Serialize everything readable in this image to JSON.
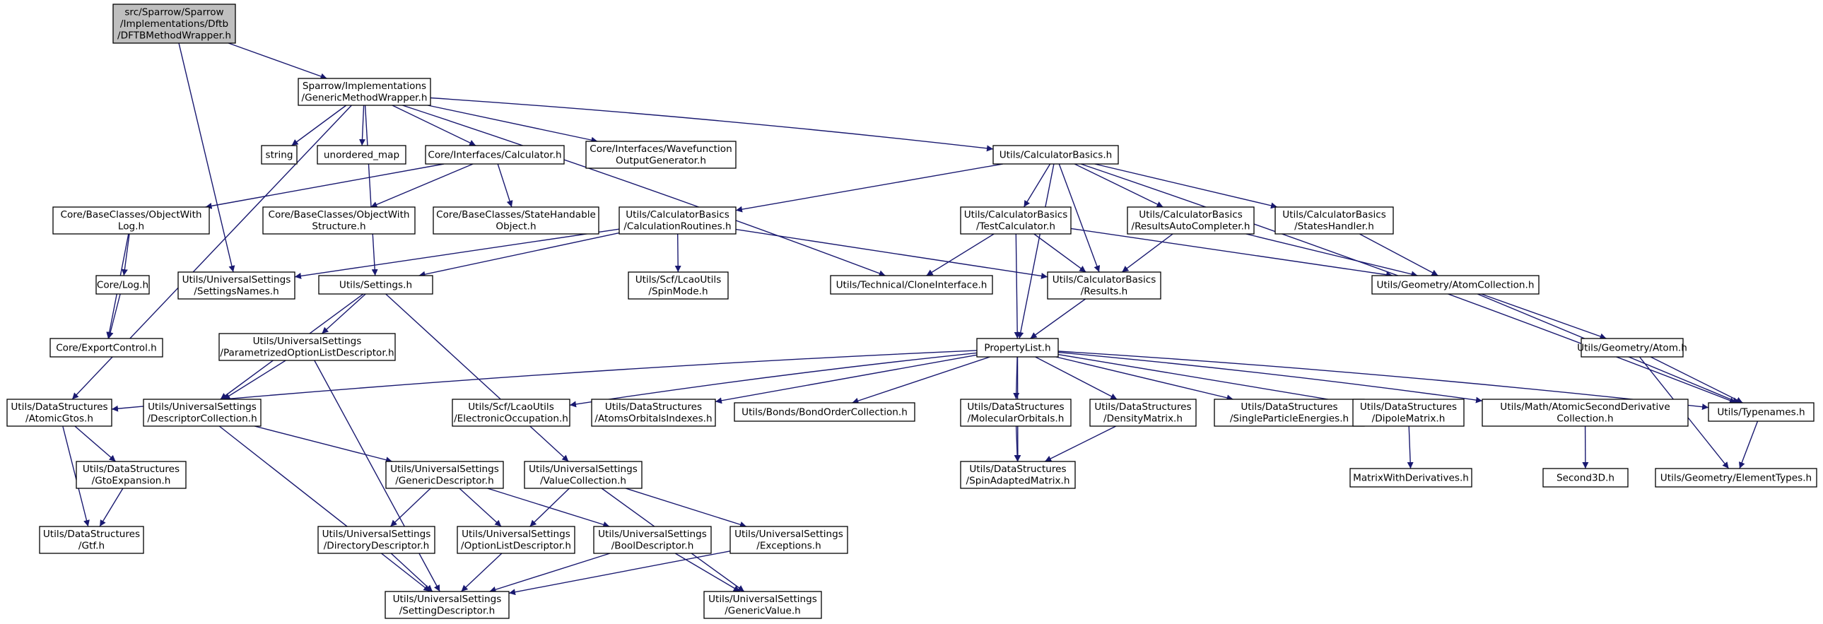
{
  "colors": {
    "edge": "#191970",
    "node_border": "#000000",
    "node_fill": "#ffffff",
    "root_fill": "#bfbfbf",
    "external_border": "#bfbfbf",
    "missing_border": "#ff0000",
    "text": "#000000"
  },
  "nodes": [
    {
      "id": "root",
      "lines": [
        "src/Sparrow/Sparrow",
        "/Implementations/Dftb",
        "/DFTBMethodWrapper.h"
      ],
      "kind": "root"
    },
    {
      "id": "gmw",
      "lines": [
        "Sparrow/Implementations",
        "/GenericMethodWrapper.h"
      ]
    },
    {
      "id": "string",
      "lines": [
        "string"
      ],
      "kind": "external"
    },
    {
      "id": "unordered_map",
      "lines": [
        "unordered_map"
      ],
      "kind": "external"
    },
    {
      "id": "calculator",
      "lines": [
        "Core/Interfaces/Calculator.h"
      ]
    },
    {
      "id": "wavefunction",
      "lines": [
        "Core/Interfaces/Wavefunction",
        "OutputGenerator.h"
      ]
    },
    {
      "id": "calcbasics",
      "lines": [
        "Utils/CalculatorBasics.h"
      ]
    },
    {
      "id": "objwithlog",
      "lines": [
        "Core/BaseClasses/ObjectWith",
        "Log.h"
      ]
    },
    {
      "id": "objwithstruct",
      "lines": [
        "Core/BaseClasses/ObjectWith",
        "Structure.h"
      ]
    },
    {
      "id": "statehandable",
      "lines": [
        "Core/BaseClasses/StateHandable",
        "Object.h"
      ]
    },
    {
      "id": "calcroutines",
      "lines": [
        "Utils/CalculatorBasics",
        "/CalculationRoutines.h"
      ]
    },
    {
      "id": "testcalc",
      "lines": [
        "Utils/CalculatorBasics",
        "/TestCalculator.h"
      ]
    },
    {
      "id": "resautocomp",
      "lines": [
        "Utils/CalculatorBasics",
        "/ResultsAutoCompleter.h"
      ]
    },
    {
      "id": "stateshandler",
      "lines": [
        "Utils/CalculatorBasics",
        "/StatesHandler.h"
      ]
    },
    {
      "id": "corelog",
      "lines": [
        "Core/Log.h"
      ]
    },
    {
      "id": "settingsnames",
      "lines": [
        "Utils/UniversalSettings",
        "/SettingsNames.h"
      ]
    },
    {
      "id": "settings",
      "lines": [
        "Utils/Settings.h"
      ]
    },
    {
      "id": "spinmode",
      "lines": [
        "Utils/Scf/LcaoUtils",
        "/SpinMode.h"
      ]
    },
    {
      "id": "cloneif",
      "lines": [
        "Utils/Technical/CloneInterface.h"
      ]
    },
    {
      "id": "results",
      "lines": [
        "Utils/CalculatorBasics",
        "/Results.h"
      ]
    },
    {
      "id": "atomcoll",
      "lines": [
        "Utils/Geometry/AtomCollection.h"
      ]
    },
    {
      "id": "exportctl",
      "lines": [
        "Core/ExportControl.h"
      ]
    },
    {
      "id": "paramoptdesc",
      "lines": [
        "Utils/UniversalSettings",
        "/ParametrizedOptionListDescriptor.h"
      ]
    },
    {
      "id": "proplist",
      "lines": [
        "PropertyList.h"
      ]
    },
    {
      "id": "atom",
      "lines": [
        "Utils/Geometry/Atom.h"
      ]
    },
    {
      "id": "atomicgtos",
      "lines": [
        "Utils/DataStructures",
        "/AtomicGtos.h"
      ]
    },
    {
      "id": "desccoll",
      "lines": [
        "Utils/UniversalSettings",
        "/DescriptorCollection.h"
      ]
    },
    {
      "id": "elecocc",
      "lines": [
        "Utils/Scf/LcaoUtils",
        "/ElectronicOccupation.h"
      ]
    },
    {
      "id": "atomorbidx",
      "lines": [
        "Utils/DataStructures",
        "/AtomsOrbitalsIndexes.h"
      ]
    },
    {
      "id": "bondorder",
      "lines": [
        "Utils/Bonds/BondOrderCollection.h"
      ]
    },
    {
      "id": "molorb",
      "lines": [
        "Utils/DataStructures",
        "/MolecularOrbitals.h"
      ]
    },
    {
      "id": "densmat",
      "lines": [
        "Utils/DataStructures",
        "/DensityMatrix.h"
      ]
    },
    {
      "id": "singlepart",
      "lines": [
        "Utils/DataStructures",
        "/SingleParticleEnergies.h"
      ]
    },
    {
      "id": "dipole",
      "lines": [
        "Utils/DataStructures",
        "/DipoleMatrix.h"
      ]
    },
    {
      "id": "atomicsecond",
      "lines": [
        "Utils/Math/AtomicSecondDerivative",
        "Collection.h"
      ]
    },
    {
      "id": "typenames",
      "lines": [
        "Utils/Typenames.h"
      ]
    },
    {
      "id": "gtoexp",
      "lines": [
        "Utils/DataStructures",
        "/GtoExpansion.h"
      ]
    },
    {
      "id": "gendesc",
      "lines": [
        "Utils/UniversalSettings",
        "/GenericDescriptor.h"
      ],
      "kind": "missing"
    },
    {
      "id": "valuecoll",
      "lines": [
        "Utils/UniversalSettings",
        "/ValueCollection.h"
      ]
    },
    {
      "id": "spinadapted",
      "lines": [
        "Utils/DataStructures",
        "/SpinAdaptedMatrix.h"
      ]
    },
    {
      "id": "matrixwithderiv",
      "lines": [
        "MatrixWithDerivatives.h"
      ],
      "kind": "missing"
    },
    {
      "id": "second3d",
      "lines": [
        "Second3D.h"
      ]
    },
    {
      "id": "elementtypes",
      "lines": [
        "Utils/Geometry/ElementTypes.h"
      ]
    },
    {
      "id": "gtf",
      "lines": [
        "Utils/DataStructures",
        "/Gtf.h"
      ]
    },
    {
      "id": "dirdesc",
      "lines": [
        "Utils/UniversalSettings",
        "/DirectoryDescriptor.h"
      ]
    },
    {
      "id": "optlistdesc",
      "lines": [
        "Utils/UniversalSettings",
        "/OptionListDescriptor.h"
      ]
    },
    {
      "id": "booldesc",
      "lines": [
        "Utils/UniversalSettings",
        "/BoolDescriptor.h"
      ]
    },
    {
      "id": "exceptions",
      "lines": [
        "Utils/UniversalSettings",
        "/Exceptions.h"
      ]
    },
    {
      "id": "settingdesc",
      "lines": [
        "Utils/UniversalSettings",
        "/SettingDescriptor.h"
      ]
    },
    {
      "id": "genericvalue",
      "lines": [
        "Utils/UniversalSettings",
        "/GenericValue.h"
      ]
    }
  ],
  "edges": [
    [
      "root",
      "gmw"
    ],
    [
      "root",
      "settingsnames"
    ],
    [
      "gmw",
      "string"
    ],
    [
      "gmw",
      "unordered_map"
    ],
    [
      "gmw",
      "calculator"
    ],
    [
      "gmw",
      "wavefunction"
    ],
    [
      "gmw",
      "calcbasics"
    ],
    [
      "gmw",
      "settings"
    ],
    [
      "gmw",
      "atomicgtos"
    ],
    [
      "gmw",
      "cloneif"
    ],
    [
      "calculator",
      "objwithlog"
    ],
    [
      "calculator",
      "objwithstruct"
    ],
    [
      "calculator",
      "statehandable"
    ],
    [
      "objwithlog",
      "corelog"
    ],
    [
      "objwithlog",
      "exportctl"
    ],
    [
      "corelog",
      "exportctl"
    ],
    [
      "calcbasics",
      "calcroutines"
    ],
    [
      "calcbasics",
      "testcalc"
    ],
    [
      "calcbasics",
      "resautocomp"
    ],
    [
      "calcbasics",
      "stateshandler"
    ],
    [
      "calcbasics",
      "results"
    ],
    [
      "calcbasics",
      "proplist"
    ],
    [
      "calcbasics",
      "typenames"
    ],
    [
      "calcroutines",
      "settingsnames"
    ],
    [
      "calcroutines",
      "settings"
    ],
    [
      "calcroutines",
      "spinmode"
    ],
    [
      "calcroutines",
      "results"
    ],
    [
      "testcalc",
      "cloneif"
    ],
    [
      "testcalc",
      "results"
    ],
    [
      "testcalc",
      "atomcoll"
    ],
    [
      "testcalc",
      "proplist"
    ],
    [
      "resautocomp",
      "results"
    ],
    [
      "resautocomp",
      "atomcoll"
    ],
    [
      "stateshandler",
      "atomcoll"
    ],
    [
      "results",
      "proplist"
    ],
    [
      "atomcoll",
      "atom"
    ],
    [
      "atomcoll",
      "typenames"
    ],
    [
      "atom",
      "typenames"
    ],
    [
      "atom",
      "elementtypes"
    ],
    [
      "typenames",
      "elementtypes"
    ],
    [
      "settings",
      "paramoptdesc"
    ],
    [
      "settings",
      "desccoll"
    ],
    [
      "settings",
      "valuecoll"
    ],
    [
      "paramoptdesc",
      "desccoll"
    ],
    [
      "paramoptdesc",
      "settingdesc"
    ],
    [
      "desccoll",
      "gendesc"
    ],
    [
      "desccoll",
      "settingdesc"
    ],
    [
      "proplist",
      "atomicgtos"
    ],
    [
      "proplist",
      "elecocc"
    ],
    [
      "proplist",
      "atomorbidx"
    ],
    [
      "proplist",
      "bondorder"
    ],
    [
      "proplist",
      "molorb"
    ],
    [
      "proplist",
      "densmat"
    ],
    [
      "proplist",
      "singlepart"
    ],
    [
      "proplist",
      "dipole"
    ],
    [
      "proplist",
      "atomicsecond"
    ],
    [
      "proplist",
      "typenames"
    ],
    [
      "proplist",
      "spinadapted"
    ],
    [
      "molorb",
      "spinadapted"
    ],
    [
      "densmat",
      "spinadapted"
    ],
    [
      "dipole",
      "matrixwithderiv"
    ],
    [
      "atomicsecond",
      "second3d"
    ],
    [
      "atomicgtos",
      "gtoexp"
    ],
    [
      "atomicgtos",
      "gtf"
    ],
    [
      "gtoexp",
      "gtf"
    ],
    [
      "gendesc",
      "dirdesc"
    ],
    [
      "gendesc",
      "optlistdesc"
    ],
    [
      "gendesc",
      "booldesc"
    ],
    [
      "valuecoll",
      "optlistdesc"
    ],
    [
      "valuecoll",
      "exceptions"
    ],
    [
      "valuecoll",
      "genericvalue"
    ],
    [
      "dirdesc",
      "settingdesc"
    ],
    [
      "optlistdesc",
      "settingdesc"
    ],
    [
      "booldesc",
      "settingdesc"
    ],
    [
      "booldesc",
      "genericvalue"
    ],
    [
      "exceptions",
      "settingdesc"
    ]
  ]
}
